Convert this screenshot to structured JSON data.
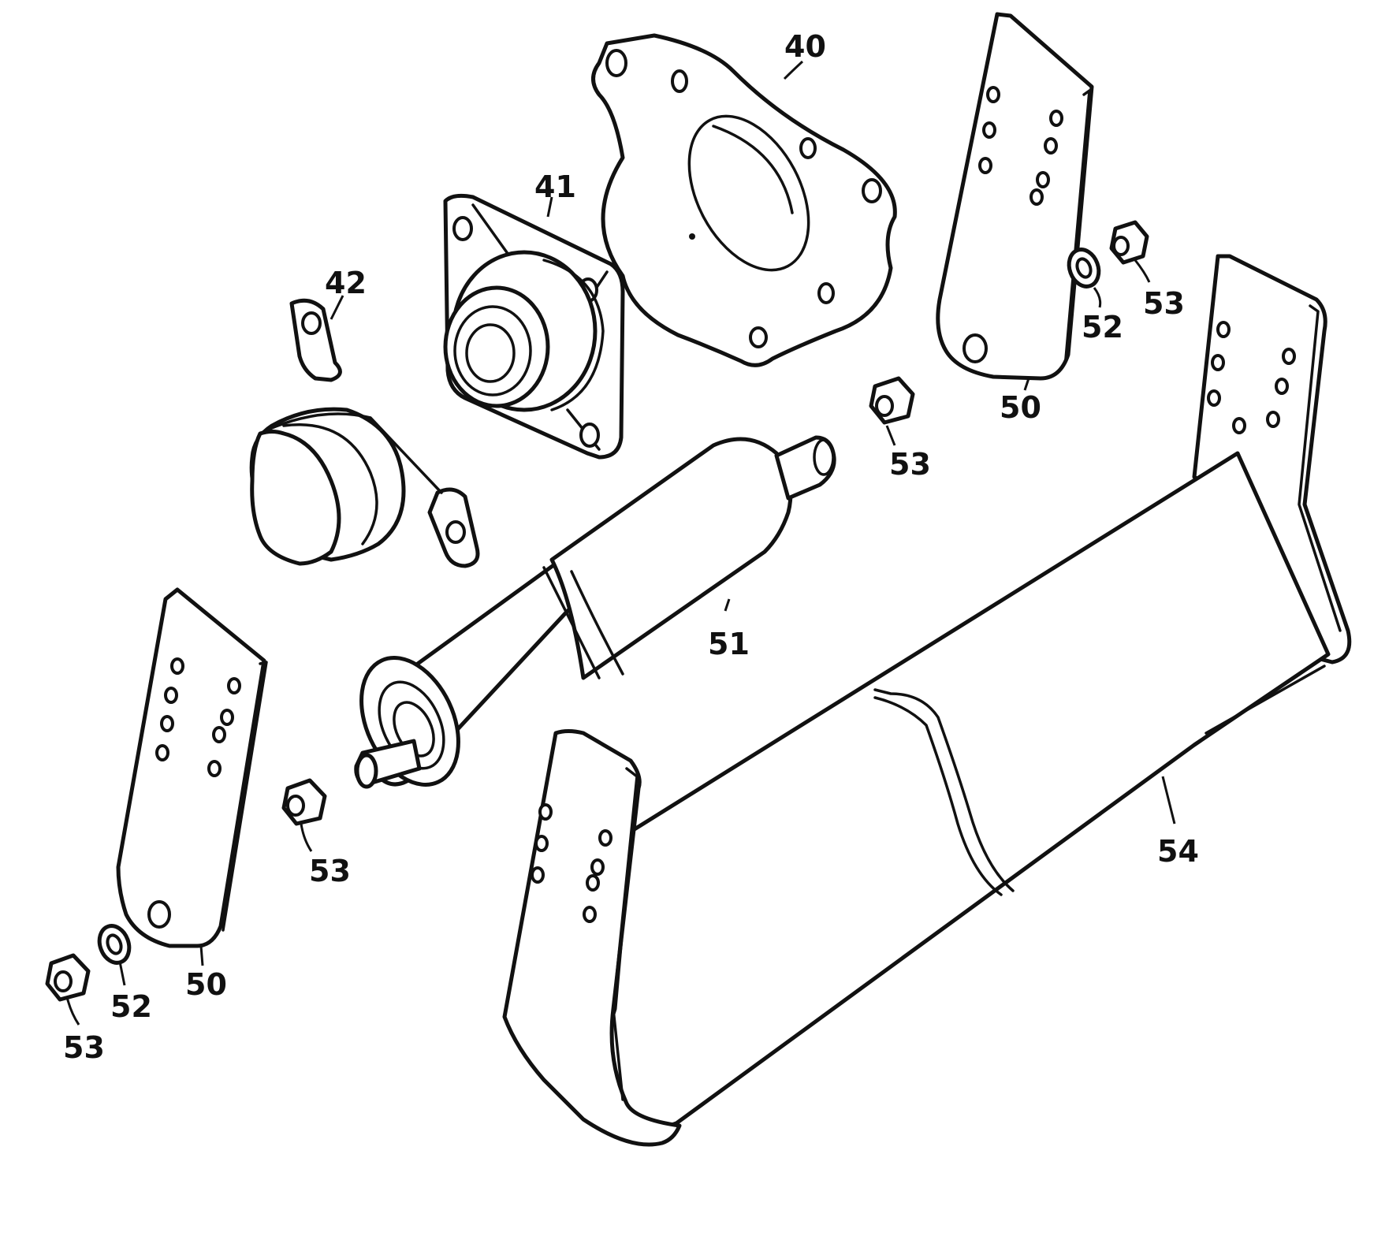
{
  "callouts": {
    "c40": "40",
    "c41": "41",
    "c42": "42",
    "c50_right": "50",
    "c50_left": "50",
    "c51": "51",
    "c52_right": "52",
    "c52_left": "52",
    "c53_upper_right": "53",
    "c53_mid": "53",
    "c53_center": "53",
    "c53_lower_left": "53",
    "c54": "54"
  },
  "colors": {
    "line": "#111111",
    "background": "#ffffff"
  }
}
